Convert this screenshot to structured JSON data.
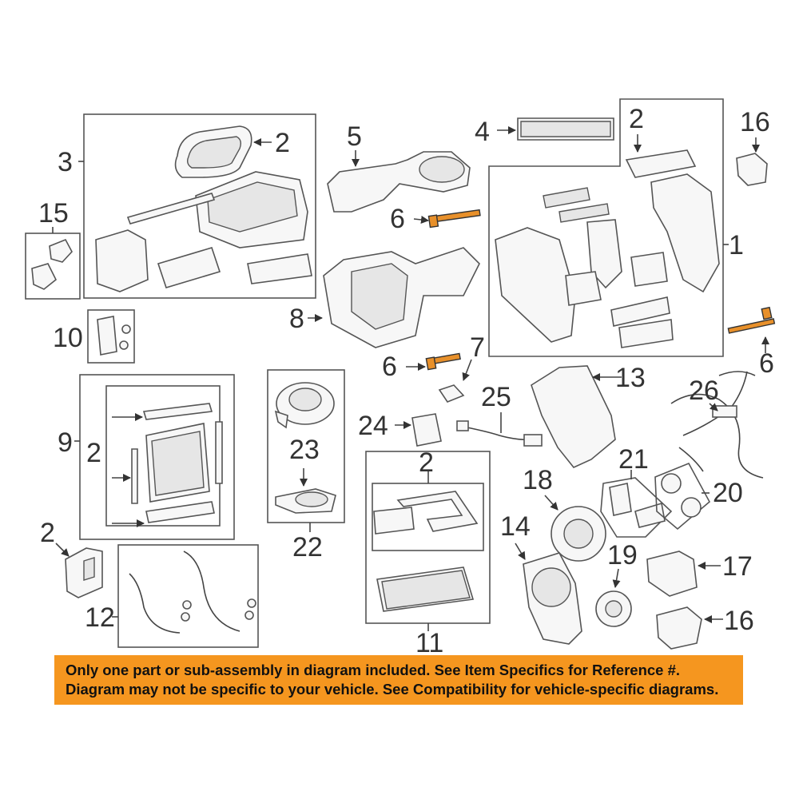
{
  "diagram": {
    "callouts": {
      "c1": "1",
      "c2_a": "2",
      "c2_b": "2",
      "c2_c": "2",
      "c2_d": "2",
      "c2_e": "2",
      "c3": "3",
      "c4": "4",
      "c5": "5",
      "c6_a": "6",
      "c6_b": "6",
      "c6_c": "6",
      "c7": "7",
      "c8": "8",
      "c9": "9",
      "c10": "10",
      "c11": "11",
      "c12": "12",
      "c13": "13",
      "c14": "14",
      "c15": "15",
      "c16_a": "16",
      "c16_b": "16",
      "c17": "17",
      "c18": "18",
      "c19": "19",
      "c20": "20",
      "c21": "21",
      "c22": "22",
      "c23": "23",
      "c24": "24",
      "c25": "25",
      "c26": "26"
    },
    "accent_color": "#e8902a"
  },
  "notice": {
    "line1": "Only one part or sub-assembly in diagram included. See Item Specifics for Reference #.",
    "line2": "Diagram may not be specific to your vehicle. See Compatibility for vehicle-specific diagrams.",
    "background": "#f5961f"
  }
}
